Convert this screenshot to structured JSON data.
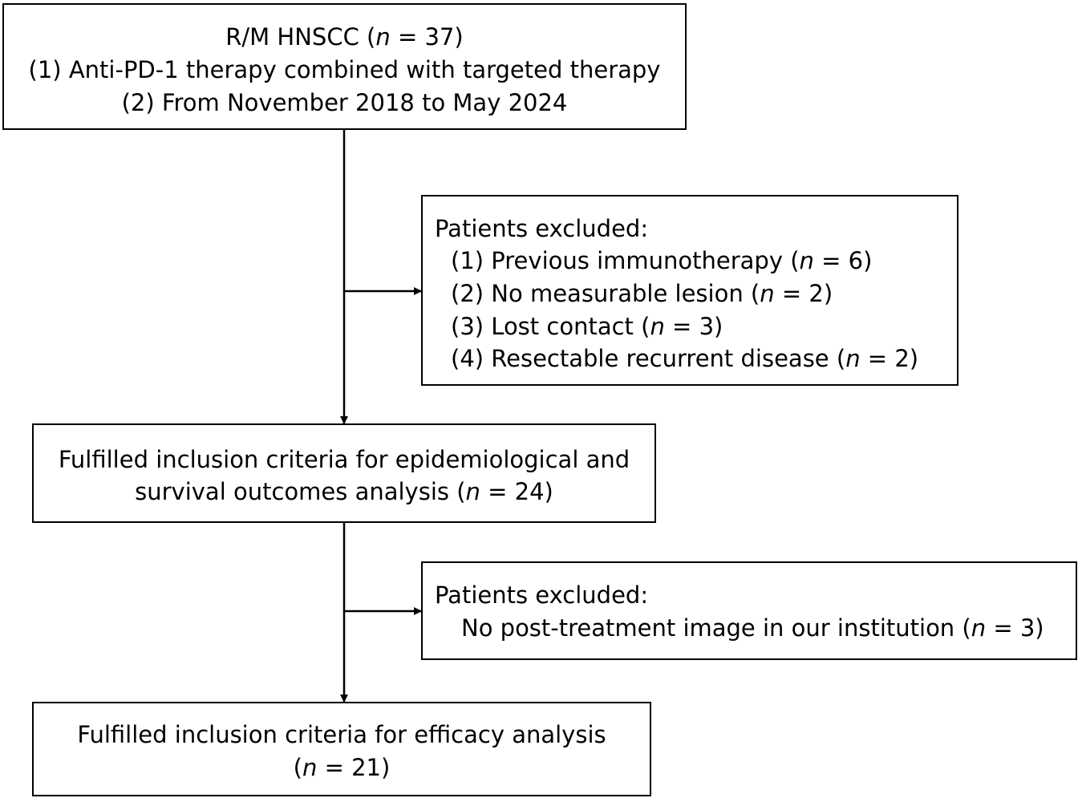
{
  "n_symbol": "n",
  "boxes": {
    "cohort": {
      "title_prefix": "R/M HNSCC (",
      "title_eq": " = 37)",
      "line1": "(1) Anti-PD-1 therapy combined with targeted therapy",
      "line2": "(2) From November 2018 to May 2024"
    },
    "excluded1": {
      "heading": "Patients excluded:",
      "items": [
        {
          "prefix": "(1) Previous immunotherapy (",
          "suffix": " = 6)"
        },
        {
          "prefix": "(2) No measurable lesion (",
          "suffix": " = 2)"
        },
        {
          "prefix": "(3) Lost contact (",
          "suffix": " = 3)"
        },
        {
          "prefix": "(4) Resectable recurrent disease (",
          "suffix": " = 2)"
        }
      ]
    },
    "survival": {
      "line1": "Fulfilled inclusion criteria for epidemiological and",
      "line2_prefix": "survival outcomes analysis (",
      "line2_suffix": " = 24)"
    },
    "excluded2": {
      "heading": "Patients excluded:",
      "item_prefix": "No post-treatment image in our institution (",
      "item_suffix": " = 3)"
    },
    "efficacy": {
      "line1": "Fulfilled inclusion criteria for efficacy analysis",
      "line2_prefix": "(",
      "line2_suffix": " = 21)"
    }
  }
}
